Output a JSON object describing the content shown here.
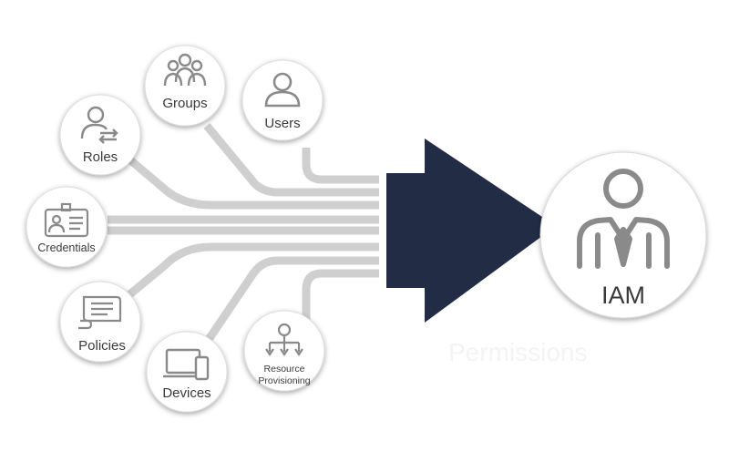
{
  "nodes": {
    "groups": {
      "label": "Groups",
      "icon": "group-icon"
    },
    "users": {
      "label": "Users",
      "icon": "user-icon"
    },
    "roles": {
      "label": "Roles",
      "icon": "role-switch-icon"
    },
    "credentials": {
      "label": "Credentials",
      "icon": "id-card-icon"
    },
    "policies": {
      "label": "Policies",
      "icon": "policy-document-icon"
    },
    "devices": {
      "label": "Devices",
      "icon": "devices-icon"
    },
    "resource_provisioning": {
      "label_line1": "Resource",
      "label_line2": "Provisioning",
      "icon": "provisioning-tree-icon"
    }
  },
  "target": {
    "label": "IAM",
    "icon": "administrator-icon"
  },
  "arrow": {
    "icon": "right-arrow-icon",
    "color": "#222d45"
  },
  "colors": {
    "connector": "#cfcfcf",
    "icon_stroke": "#8a8a8a",
    "node_fill": "#ffffff",
    "node_border": "#dddddd"
  },
  "watermark": {
    "text": "Permissions"
  }
}
